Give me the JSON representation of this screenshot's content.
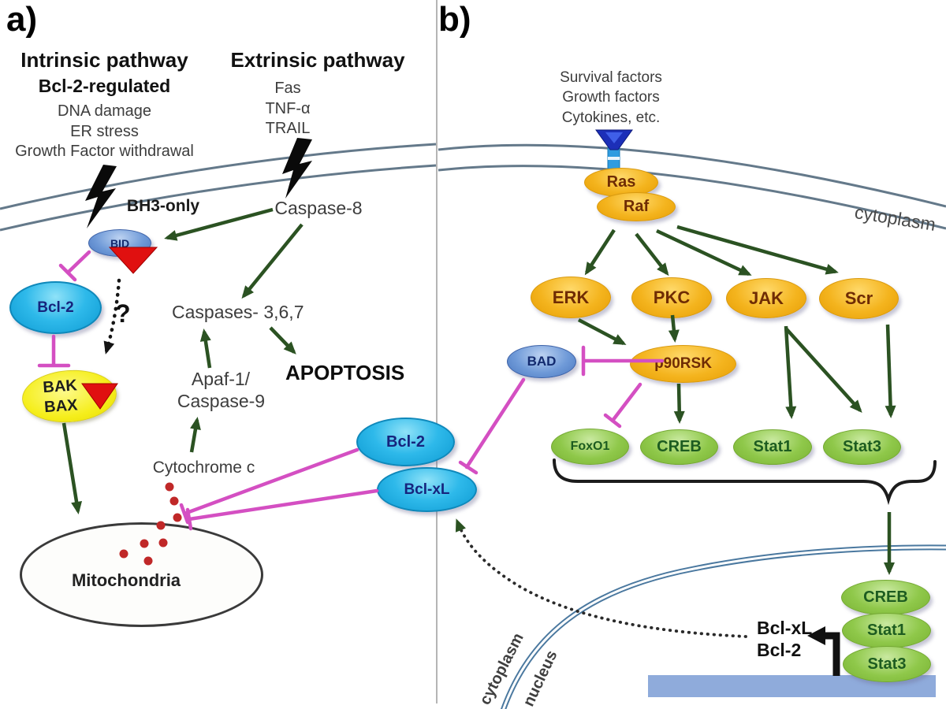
{
  "colors": {
    "arrow_green": "#2b5222",
    "inhibit_pink": "#d44fc2",
    "kinase_orange": "#f4b41e",
    "tf_green": "#8fc84a",
    "bcl_cyan": "#2eb9ea",
    "bh3_blue": "#6f9ad8",
    "bak_yellow": "#f5ee1b",
    "membrane_gray": "#64798a",
    "nuclear_envelope_blue": "#4a789f",
    "dna_bar_blue": "#8fabdb",
    "receptor_blue": "#1c2fb8",
    "dot_red": "#c02828",
    "triangle_red": "#e01010",
    "divider_gray": "#b5b5b5"
  },
  "panel_a": {
    "label": "a)",
    "intrinsic_title": "Intrinsic pathway",
    "intrinsic_subtitle": "Bcl-2-regulated",
    "stimuli": [
      "DNA damage",
      "ER stress",
      "Growth Factor withdrawal"
    ],
    "extrinsic_title": "Extrinsic pathway",
    "ligands": [
      "Fas",
      "TNF-α",
      "TRAIL"
    ],
    "bh3_only": "BH3-only",
    "bid": "BID",
    "bcl2": "Bcl-2",
    "bak": "BAK",
    "bax": "BAX",
    "question_mark": "?",
    "caspase8": "Caspase-8",
    "caspases367": "Caspases- 3,6,7",
    "apaf1": "Apaf-1/",
    "caspase9": "Caspase-9",
    "apoptosis": "APOPTOSIS",
    "cytochrome_c": "Cytochrome c",
    "mitochondria": "Mitochondria"
  },
  "panel_b": {
    "label": "b)",
    "stimuli": [
      "Survival factors",
      "Growth factors",
      "Cytokines, etc."
    ],
    "cytoplasm_top": "cytoplasm",
    "ras": "Ras",
    "raf": "Raf",
    "erk": "ERK",
    "pkc": "PKC",
    "jak": "JAK",
    "scr": "Scr",
    "bad": "BAD",
    "p90rsk": "p90RSK",
    "foxo1": "FoxO1",
    "creb": "CREB",
    "stat1": "Stat1",
    "stat3": "Stat3",
    "bcl2_central": "Bcl-2",
    "bclxl_central": "Bcl-xL",
    "cytoplasm_bottom": "cytoplasm",
    "nucleus": "nucleus",
    "nuclear_creb": "CREB",
    "nuclear_stat1": "Stat1",
    "nuclear_stat3": "Stat3",
    "gene_bclxl": "Bcl-xL",
    "gene_bcl2": "Bcl-2"
  }
}
